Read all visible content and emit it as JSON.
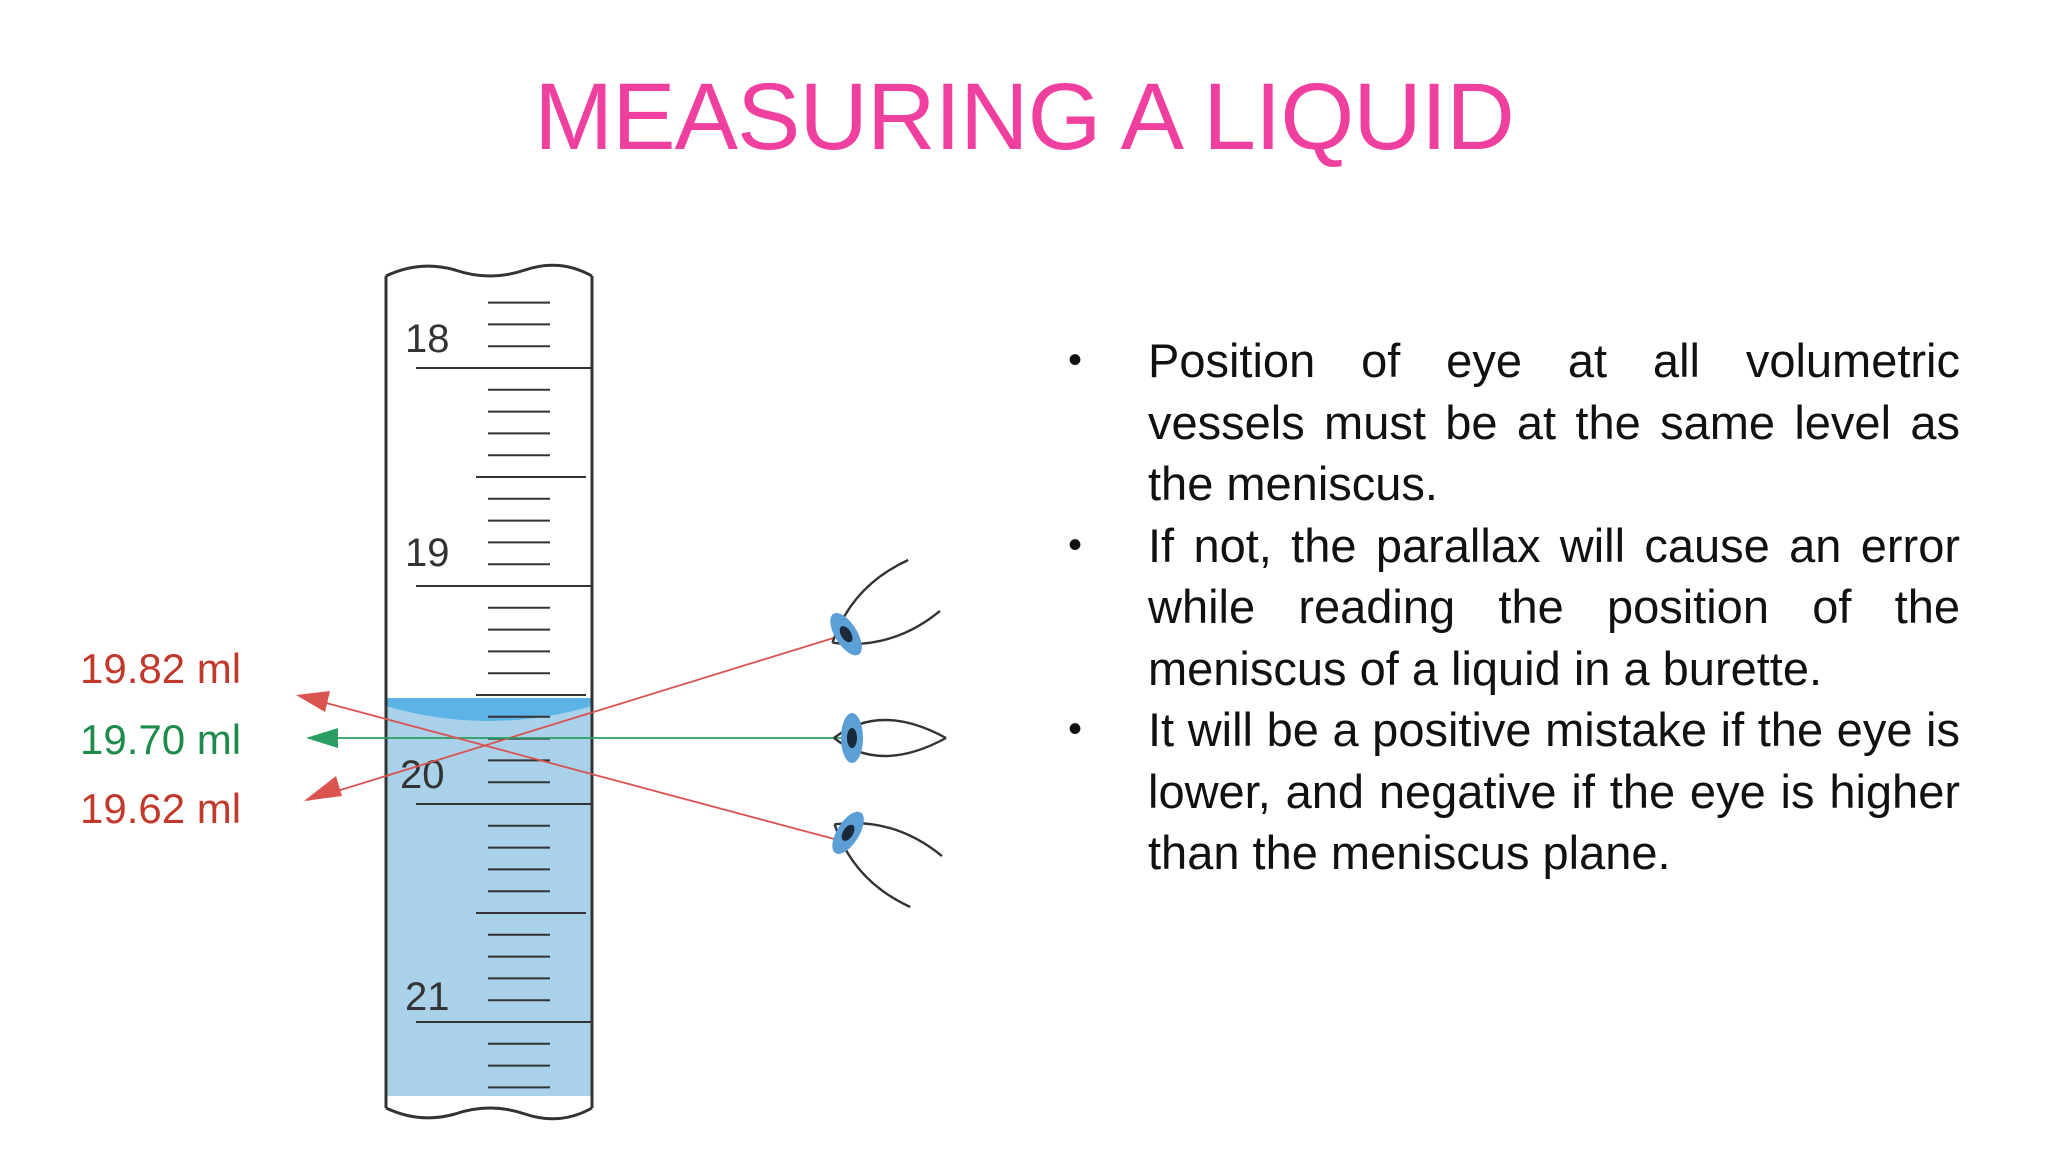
{
  "title": "MEASURING A LIQUID",
  "burette": {
    "scale_labels": [
      "18",
      "19",
      "20",
      "21"
    ]
  },
  "readings": [
    {
      "label": "19.82 ml",
      "color": "#c0392b"
    },
    {
      "label": "19.70 ml",
      "color": "#1e8a4c"
    },
    {
      "label": "19.62 ml",
      "color": "#c0392b"
    }
  ],
  "colors": {
    "title": "#f0409f",
    "liquid": "#a9d1ea",
    "meniscus": "#5bb3e6",
    "error_line": "#d9534f",
    "correct_line": "#2a9d62",
    "eye_iris": "#5b9fd6"
  },
  "icons": [
    "eye-above-icon",
    "eye-level-icon",
    "eye-below-icon"
  ],
  "bullets": [
    "Position of eye at all volumetric vessels must be at the same level as the meniscus.",
    "If not, the parallax will cause an error while reading the position of the meniscus of a liquid in a burette.",
    "It will be a positive mistake if the eye is lower, and negative if the eye is higher than the meniscus plane."
  ],
  "bullet_symbol": "•"
}
